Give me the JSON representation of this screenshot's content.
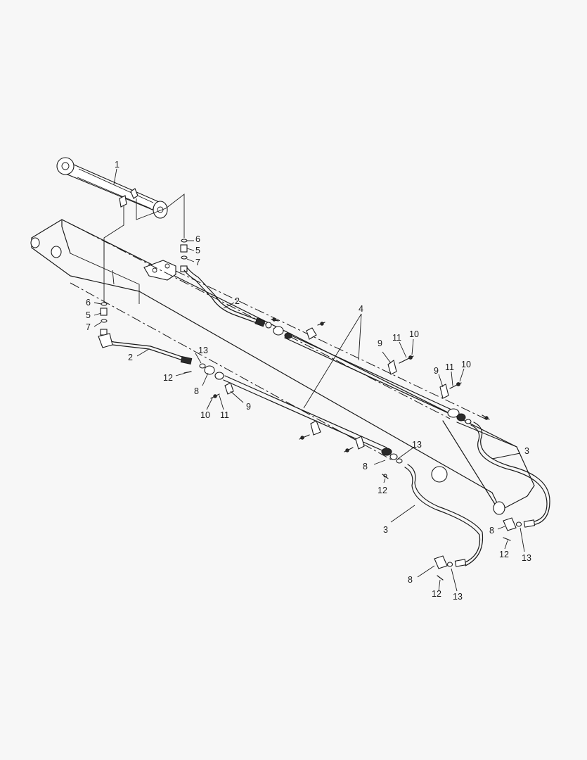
{
  "callouts": [
    "1",
    "2",
    "2",
    "3",
    "3",
    "4",
    "5",
    "5",
    "6",
    "6",
    "7",
    "7",
    "8",
    "8",
    "8",
    "8",
    "9",
    "9",
    "9",
    "10",
    "10",
    "10",
    "11",
    "11",
    "11",
    "12",
    "12",
    "12",
    "12",
    "13",
    "13",
    "13",
    "13"
  ],
  "colors": {
    "background": "#f7f7f7",
    "line": "#1a1a1a"
  }
}
